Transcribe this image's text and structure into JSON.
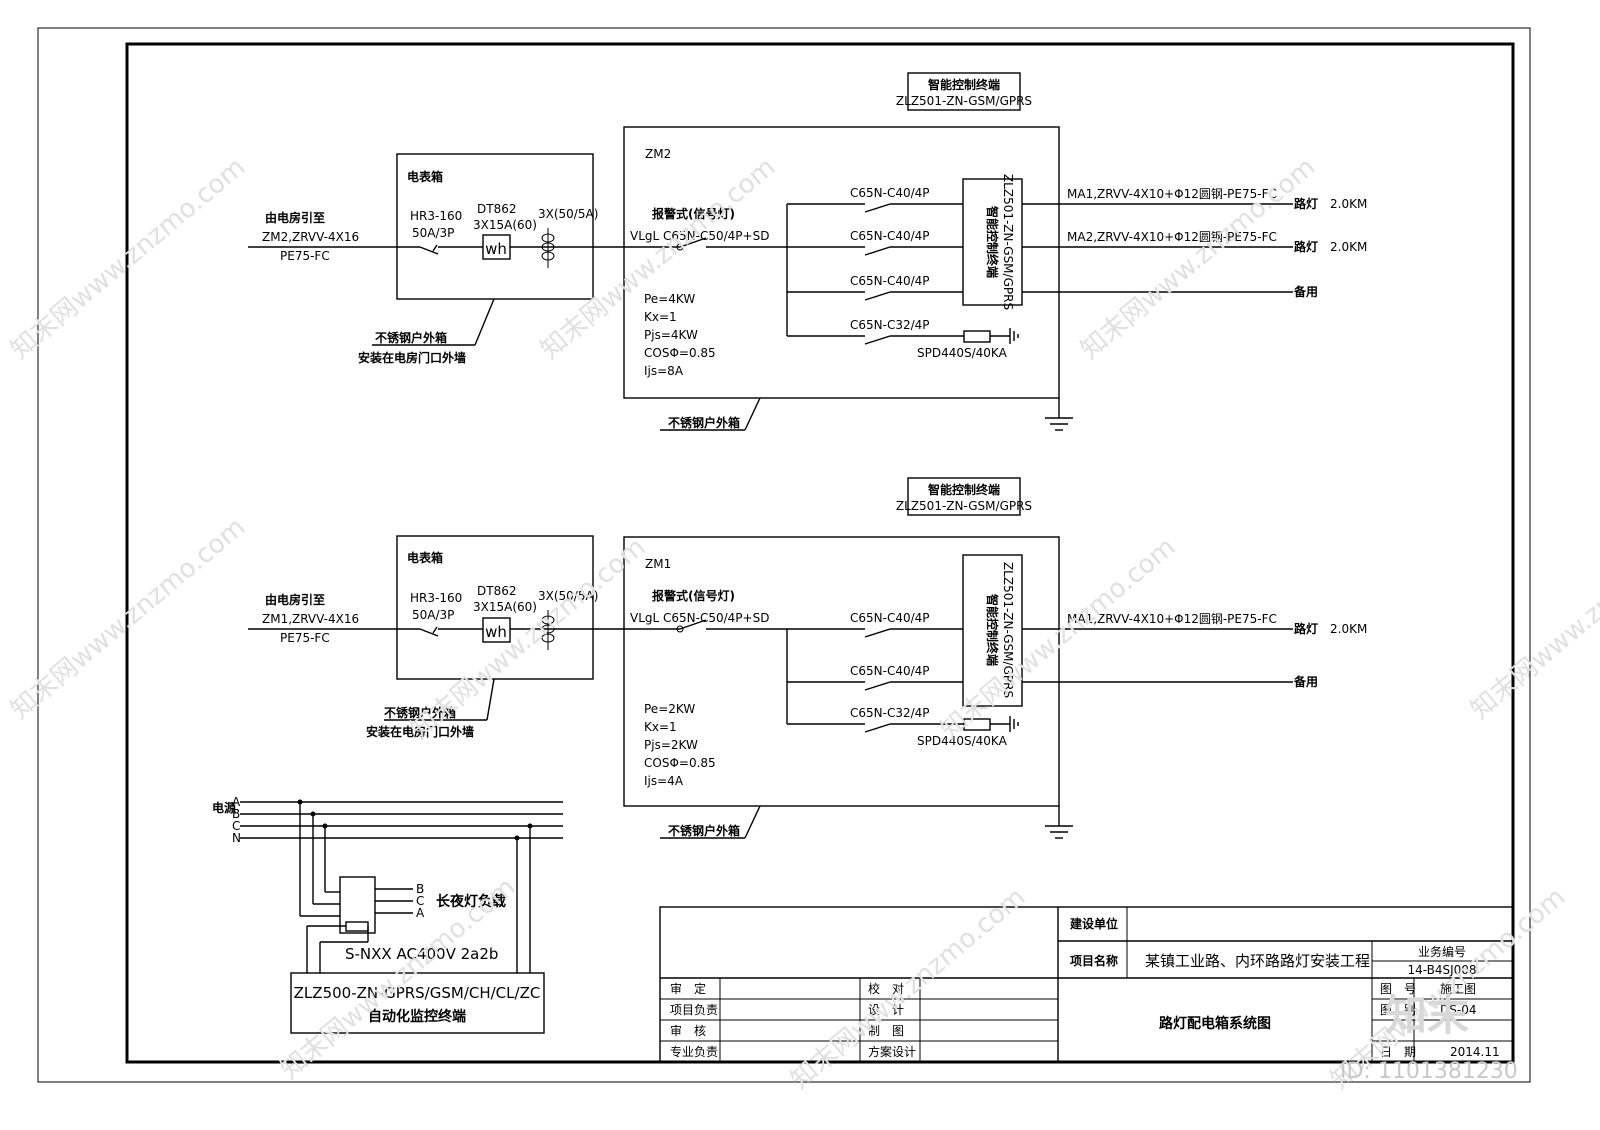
{
  "smart_terminal": {
    "title": "智能控制终端",
    "model": "ZLZ501-ZN-GSM/GPRS"
  },
  "cabinet_top": {
    "id": "ZM2",
    "meter_box_title": "电表箱",
    "source_label_1": "由电房引至",
    "source_label_2": "ZM2,ZRVV-4X16",
    "source_label_3": "PE75-FC",
    "switch_main": [
      "HR3-160",
      "50A/3P"
    ],
    "meter": [
      "DT862",
      "3X15A(60)"
    ],
    "meter_symbol": "wh",
    "ct": "3X(50/5A)",
    "box_note_1": "不锈钢户外箱",
    "box_note_2": "安装在电房门口外墙",
    "alarm": "报警式(信号灯)",
    "main_breaker": "VLgL C65N-C50/4P+SD",
    "params": [
      "Pe=4KW",
      "Kx=1",
      "Pjs=4KW",
      "COSΦ=0.85",
      "Ijs=8A"
    ],
    "branches": [
      "C65N-C40/4P",
      "C65N-C40/4P",
      "C65N-C40/4P",
      "C65N-C32/4P"
    ],
    "spd": "SPD440S/40KA",
    "outputs": [
      {
        "cable": "MA1,ZRVV-4X10+Φ12圆钢-PE75-FC",
        "load": "路灯",
        "length": "2.0KM"
      },
      {
        "cable": "MA2,ZRVV-4X10+Φ12圆钢-PE75-FC",
        "load": "路灯",
        "length": "2.0KM"
      },
      {
        "cable": "",
        "load": "备用",
        "length": ""
      }
    ],
    "cabinet_note": "不锈钢户外箱"
  },
  "cabinet_bottom": {
    "id": "ZM1",
    "meter_box_title": "电表箱",
    "source_label_1": "由电房引至",
    "source_label_2": "ZM1,ZRVV-4X16",
    "source_label_3": "PE75-FC",
    "switch_main": [
      "HR3-160",
      "50A/3P"
    ],
    "meter": [
      "DT862",
      "3X15A(60)"
    ],
    "meter_symbol": "wh",
    "ct": "3X(50/5A)",
    "box_note_1": "不锈钢户外箱",
    "box_note_2": "安装在电房门口外墙",
    "alarm": "报警式(信号灯)",
    "main_breaker": "VLgL C65N-C50/4P+SD",
    "params": [
      "Pe=2KW",
      "Kx=1",
      "Pjs=2KW",
      "COSΦ=0.85",
      "Ijs=4A"
    ],
    "branches": [
      "C65N-C40/4P",
      "C65N-C40/4P",
      "C65N-C32/4P"
    ],
    "spd": "SPD440S/40KA",
    "outputs": [
      {
        "cable": "MA1,ZRVV-4X10+Φ12圆钢-PE75-FC",
        "load": "路灯",
        "length": "2.0KM"
      },
      {
        "cable": "",
        "load": "备用",
        "length": ""
      }
    ],
    "cabinet_note": "不锈钢户外箱"
  },
  "wiring_diagram": {
    "source_label": "电源",
    "phases": [
      "A",
      "B",
      "C",
      "N"
    ],
    "load_phases": [
      "B",
      "C",
      "A"
    ],
    "load_label": "长夜灯负载",
    "relay_model": "S-NXX AC400V 2a2b",
    "terminal_model": "ZLZ500-ZN-GPRS/GSM/CH/CL/ZC",
    "terminal_name": "自动化监控终端"
  },
  "title_block": {
    "client_label": "建设单位",
    "client_value": "",
    "project_label": "项目名称",
    "project_value": "某镇工业路、内环路路灯安装工程",
    "drawing_title": "路灯配电箱系统图",
    "rows": [
      {
        "left": "审　定",
        "right": "校　对"
      },
      {
        "left": "项目负责",
        "right": "设　计"
      },
      {
        "left": "审　核",
        "right": "制　图"
      },
      {
        "left": "专业负责",
        "right": "方案设计"
      }
    ],
    "job_no_label": "业务编号",
    "job_no": "14-B4SJ008",
    "drawing_no_label": "图　号",
    "drawing_no": "施工图",
    "sheet_label": "图　别",
    "sheet": "DS-04",
    "date_label": "日　期",
    "date": "2014.11"
  },
  "watermark": {
    "text": "知末网www.znzmo.com",
    "logo": "知末",
    "id": "ID: 1101381230"
  }
}
